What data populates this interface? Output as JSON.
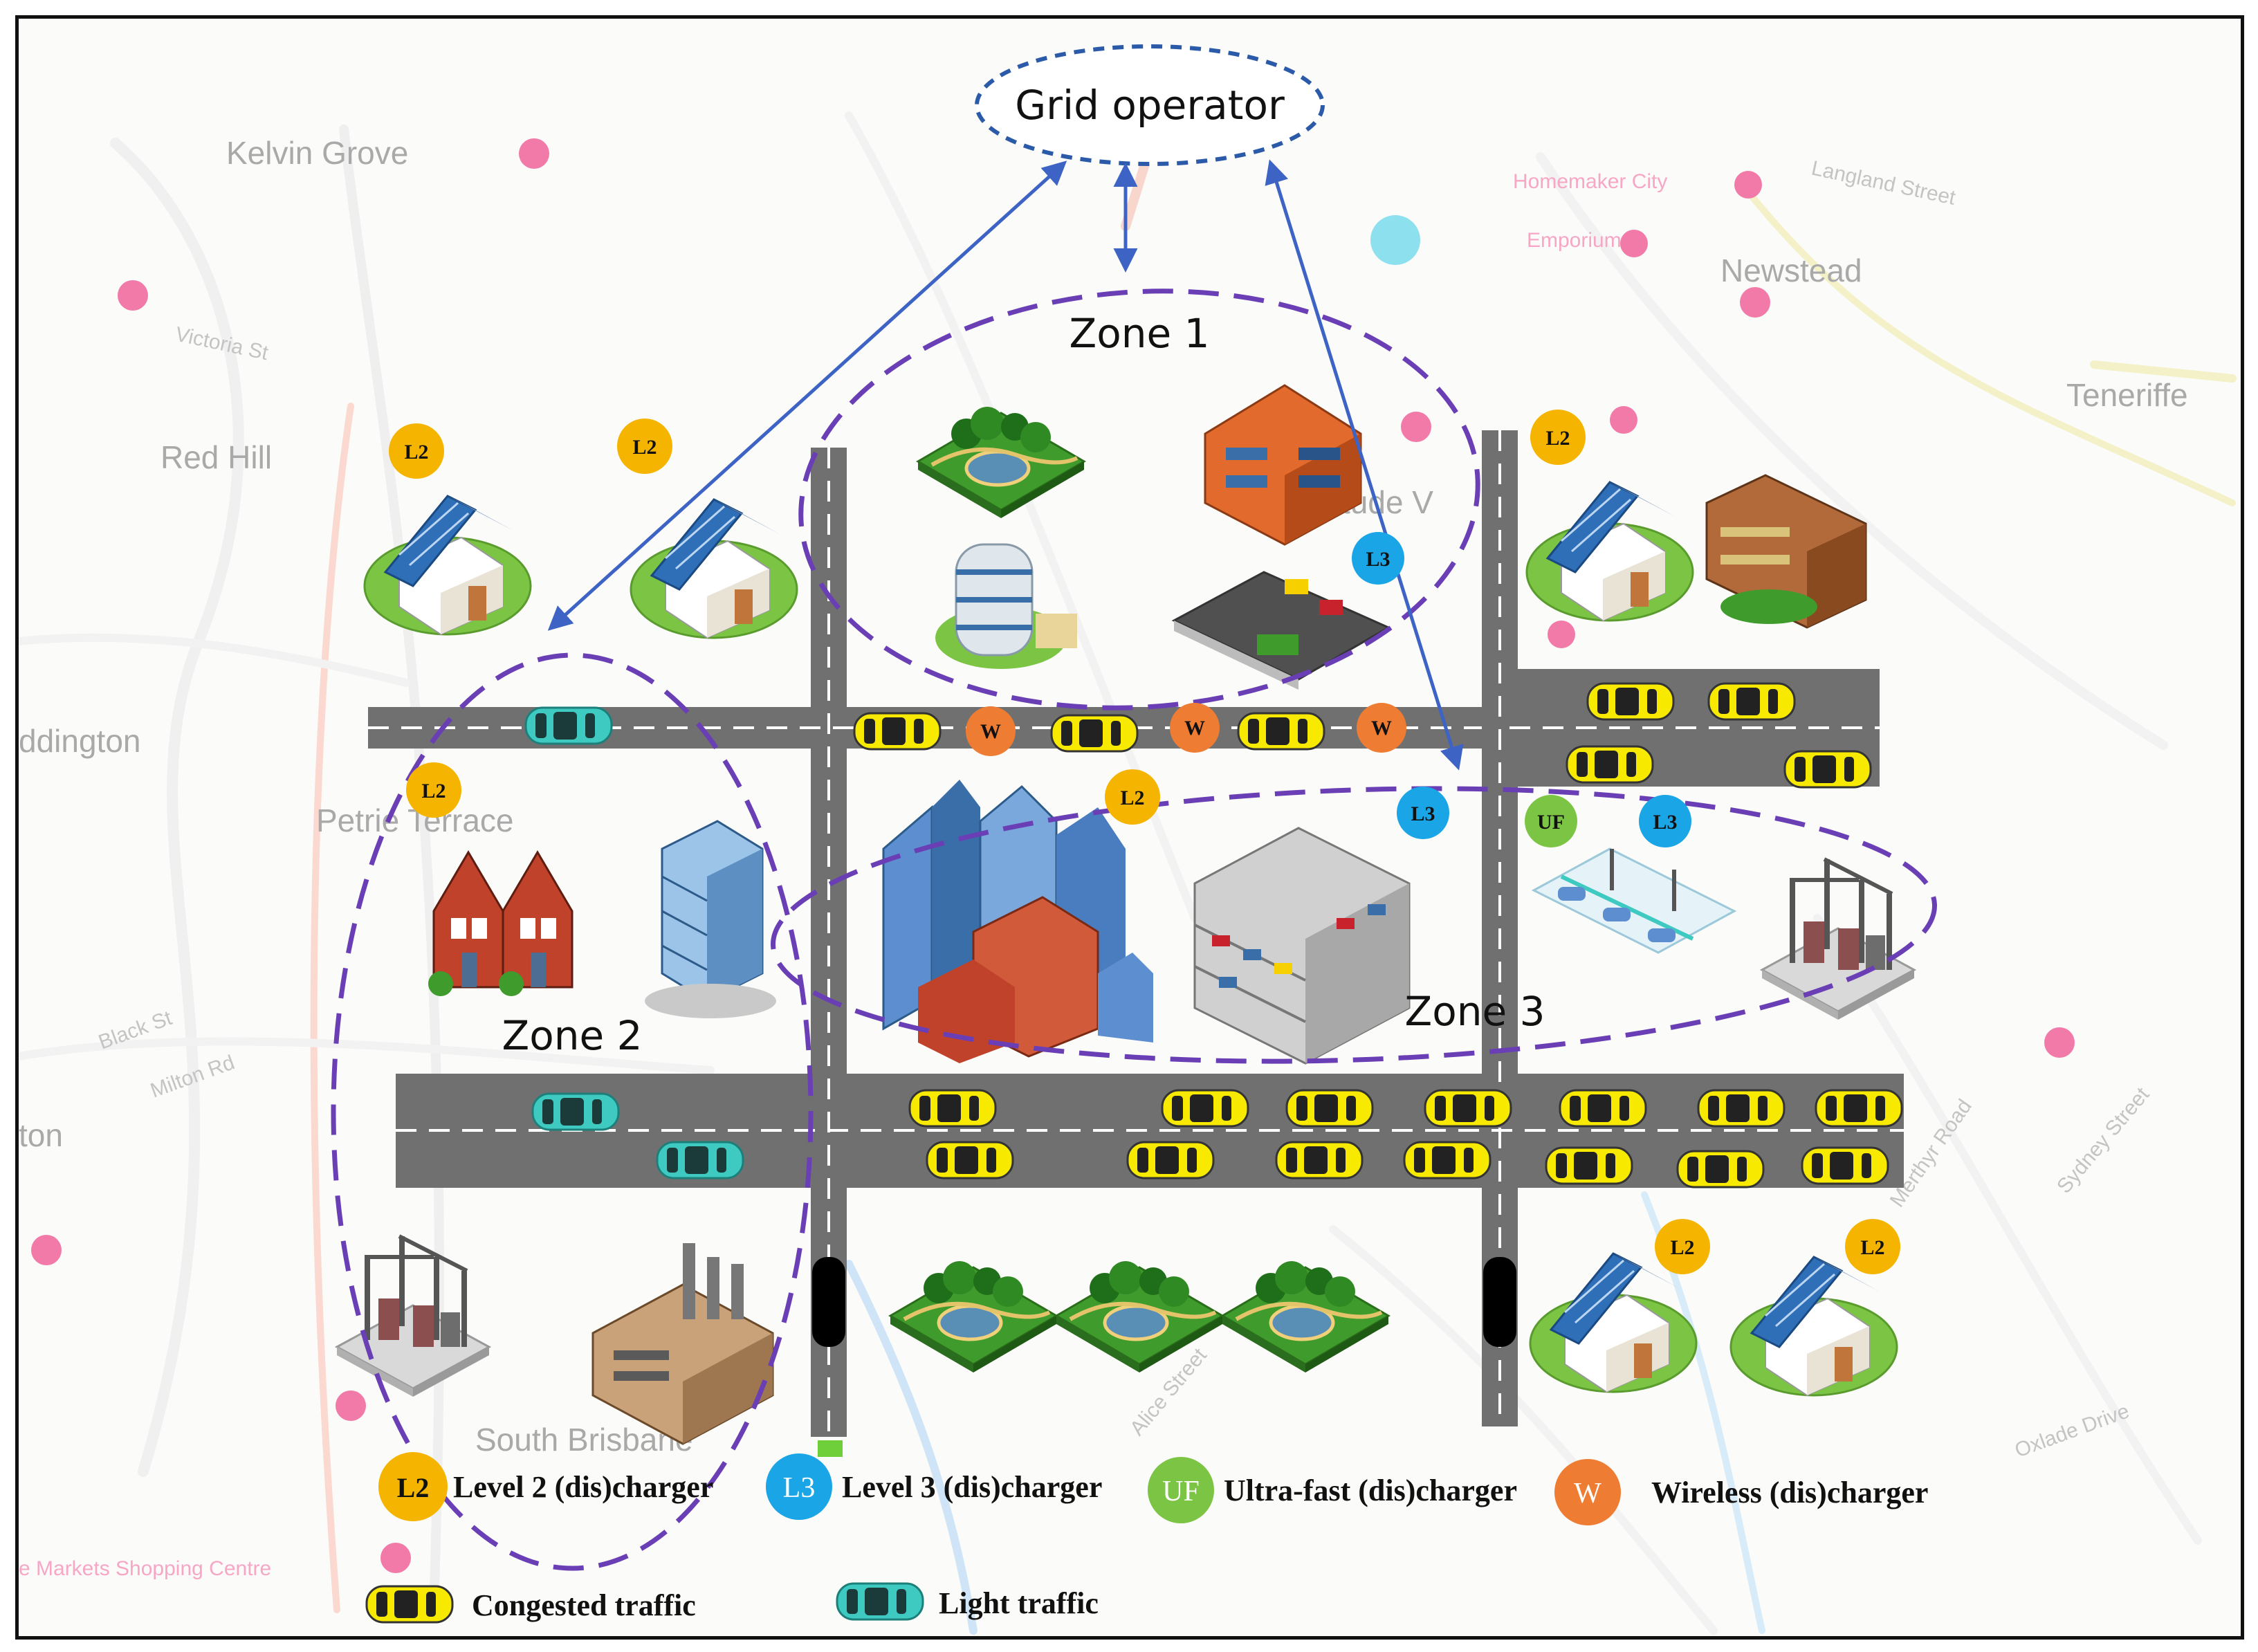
{
  "diagram": {
    "operator": "Grid operator",
    "zones": {
      "zone1": "Zone 1",
      "zone2": "Zone 2",
      "zone3": "Zone 3"
    },
    "badges": {
      "l2": "L2",
      "l3": "L3",
      "uf": "UF",
      "w": "W"
    },
    "map_labels": {
      "kelvin_grove": "Kelvin Grove",
      "red_hill": "Red Hill",
      "newstead": "Newstead",
      "teneriffe": "Teneriffe",
      "fortitude_valley": "Fortitude V",
      "paddington": "ddington",
      "petrie_terrace": "Petrie Terrace",
      "milton": "ton",
      "south_brisbane": "South Brisbane",
      "victoria_st": "Victoria St",
      "langland_street": "Langland Street",
      "homemaker_city": "Homemaker City",
      "emporium": "Emporium",
      "milton_rd": "Milton Rd",
      "black_st": "Black St",
      "merthyr_road": "Merthyr Road",
      "sydney_street": "Sydney Street",
      "alice_street": "Alice Street",
      "markets": "e Markets Shopping Centre",
      "oxlade_drive": "Oxlade Drive"
    },
    "legend": {
      "l2": "Level 2 (dis)charger",
      "l3": "Level 3 (dis)charger",
      "uf": "Ultra-fast (dis)charger",
      "w": "Wireless (dis)charger",
      "congested": "Congested traffic",
      "light": "Light traffic"
    },
    "colors": {
      "zone_outline": "#6a3fb5",
      "operator_outline": "#2b5aa8",
      "arrow": "#3d63c4",
      "road": "#707070",
      "l2_badge": "#f5b400",
      "l3_badge": "#1aa5e6",
      "uf_badge": "#7cc544",
      "w_badge": "#ee7d33",
      "congested_car": "#f7ea00",
      "light_car": "#3ec9c1"
    }
  }
}
